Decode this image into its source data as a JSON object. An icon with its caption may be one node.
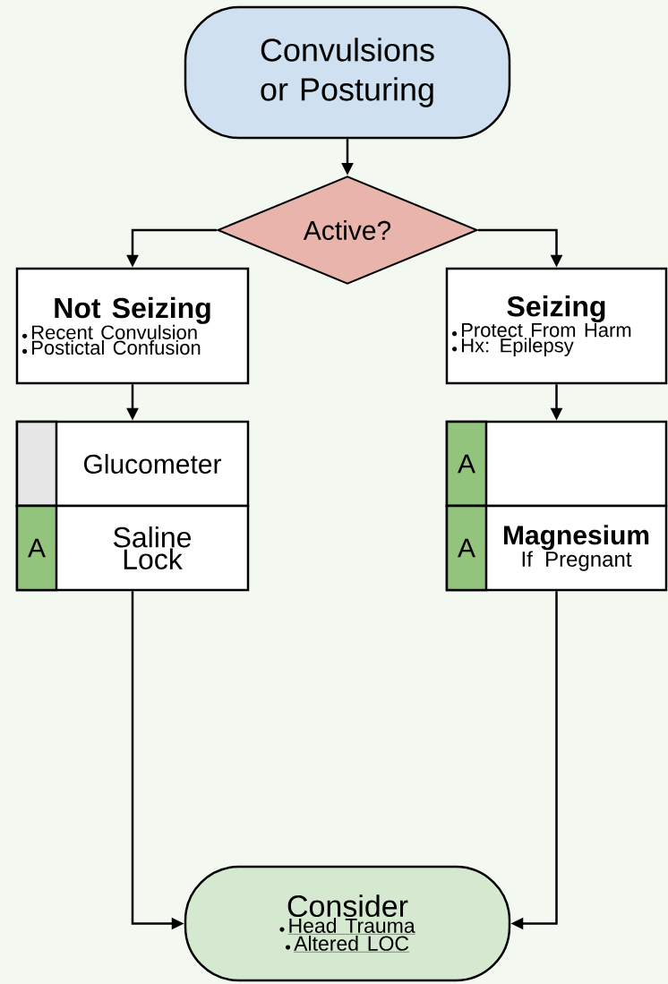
{
  "diagram": {
    "nodes": [
      {
        "text": [
          "Convulsions or Posturing"
        ]
      },
      {
        "text": [
          "Active?"
        ]
      },
      {
        "text": [
          "Not Seizing",
          "Recent Convulsion",
          "Postictal Confusion"
        ]
      },
      {
        "text": [
          "Seizing",
          "Protect From Harm",
          "Hx: Epilepsy"
        ]
      },
      {
        "text": [
          "Glucometer"
        ]
      },
      {
        "text": [
          "A",
          "Saline Lock"
        ]
      },
      {
        "text": [
          "A"
        ]
      },
      {
        "text": [
          "A",
          "Magnesium",
          "If Pregnant"
        ]
      },
      {
        "text": [
          "Consider",
          "Head Trauma",
          "Altered LOC"
        ]
      }
    ],
    "edges": [
      {
        "from": 0,
        "to": 1,
        "arrow": "to"
      },
      {
        "from": 1,
        "to": 2,
        "arrow": "to"
      },
      {
        "from": 1,
        "to": 3,
        "arrow": "to"
      },
      {
        "from": 2,
        "to": 4,
        "arrow": "to"
      },
      {
        "from": 3,
        "to": 6,
        "arrow": "to"
      },
      {
        "from": 5,
        "to": 8,
        "arrow": "to"
      },
      {
        "from": 7,
        "to": 8,
        "arrow": "to"
      }
    ]
  }
}
